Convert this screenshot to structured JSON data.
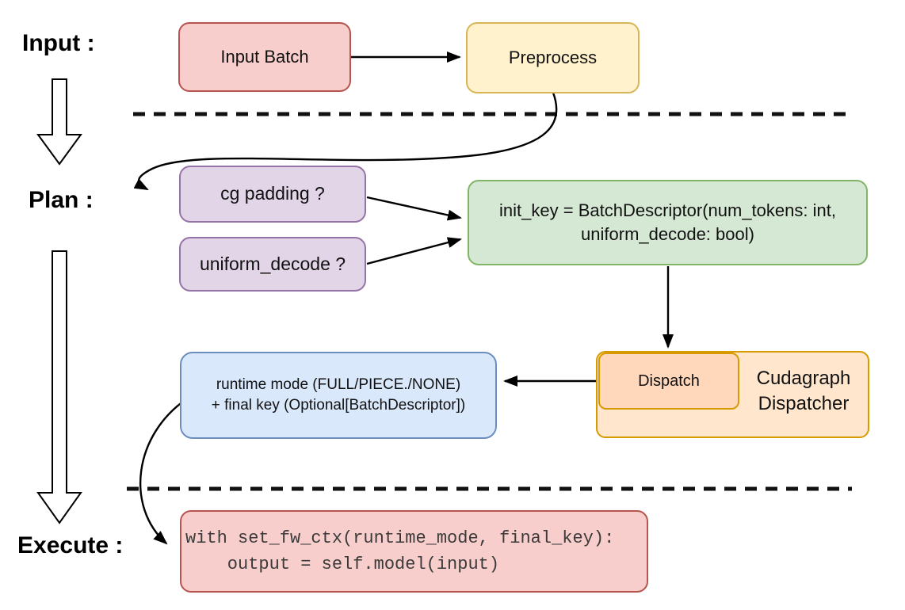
{
  "diagram": {
    "stage_labels": {
      "input": "Input :",
      "plan": "Plan :",
      "execute": "Execute :"
    },
    "nodes": {
      "input_batch": {
        "label": "Input Batch"
      },
      "preprocess": {
        "label": "Preprocess"
      },
      "cg_padding": {
        "label": "cg padding ?"
      },
      "uniform_decode": {
        "label": "uniform_decode ?"
      },
      "init_key": {
        "line1": "init_key = BatchDescriptor(num_tokens: int,",
        "line2": "uniform_decode: bool)"
      },
      "dispatch": {
        "label": "Dispatch"
      },
      "cudagraph_dispatcher": {
        "line1": "Cudagraph",
        "line2": "Dispatcher"
      },
      "runtime_mode": {
        "line1": "runtime mode (FULL/PIECE./NONE)",
        "line2": "+ final key (Optional[BatchDescriptor])"
      },
      "execute_code": {
        "line1": "with set_fw_ctx(runtime_mode, final_key):",
        "line2": "    output = self.model(input)"
      }
    },
    "colors": {
      "pink_fill": "#f8cecc",
      "pink_stroke": "#b85450",
      "yellow_fill": "#fff2cc",
      "yellow_stroke": "#d6b656",
      "purple_fill": "#e1d5e7",
      "purple_stroke": "#9673a6",
      "green_fill": "#d5e8d4",
      "green_stroke": "#82b366",
      "blue_fill": "#dae8fc",
      "blue_stroke": "#6c8ebf",
      "orange_fill": "#ffe6cc",
      "orange_inner_fill": "#ffd8bc",
      "orange_stroke": "#d79b00",
      "connector": "#000000"
    }
  }
}
